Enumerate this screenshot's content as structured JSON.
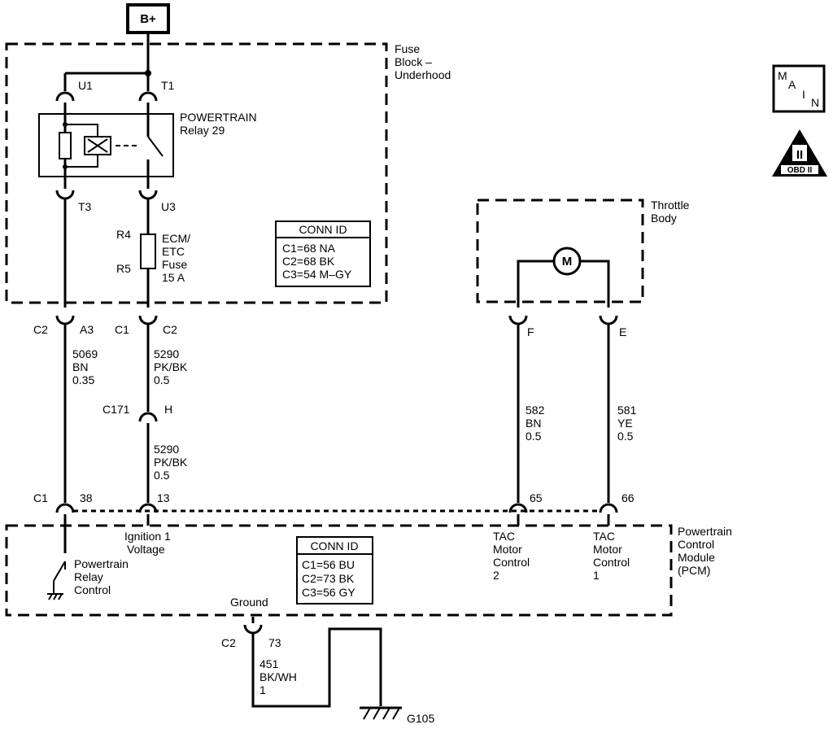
{
  "battery": "B+",
  "fuse_block": {
    "line1": "Fuse",
    "line2": "Block –",
    "line3": "Underhood"
  },
  "relay": {
    "line1": "POWERTRAIN",
    "line2": "Relay 29",
    "pins": {
      "u1": "U1",
      "t1": "T1",
      "t3": "T3",
      "u3": "U3"
    }
  },
  "fuse": {
    "r4": "R4",
    "r5": "R5",
    "line1": "ECM/",
    "line2": "ETC",
    "line3": "Fuse",
    "line4": "15 A"
  },
  "conn_id_top": {
    "title": "CONN ID",
    "rows": [
      "C1=68 NA",
      "C2=68 BK",
      "C3=54 M–GY"
    ]
  },
  "conn_id_pcm": {
    "title": "CONN ID",
    "rows": [
      "C1=56 BU",
      "C2=73 BK",
      "C3=56 GY"
    ]
  },
  "throttle_body": {
    "line1": "Throttle",
    "line2": "Body",
    "motor": "M",
    "pin_f": "F",
    "pin_e": "E"
  },
  "wires": {
    "left": {
      "conn": "C2",
      "pin": "A3",
      "circuit": "5069",
      "color": "BN",
      "gauge": "0.35"
    },
    "mid_top": {
      "conn": "C1",
      "pin": "C2",
      "circuit": "5290",
      "color": "PK/BK",
      "gauge": "0.5"
    },
    "c171": {
      "conn": "C171",
      "pin": "H"
    },
    "mid_bottom": {
      "circuit": "5290",
      "color": "PK/BK",
      "gauge": "0.5"
    },
    "tac2": {
      "circuit": "582",
      "color": "BN",
      "gauge": "0.5"
    },
    "tac1": {
      "circuit": "581",
      "color": "YE",
      "gauge": "0.5"
    },
    "ground": {
      "conn": "C2",
      "pin": "73",
      "circuit": "451",
      "color": "BK/WH",
      "gauge": "1"
    }
  },
  "pcm_pins": {
    "c1": "C1",
    "p38": "38",
    "p13": "13",
    "p65": "65",
    "p66": "66"
  },
  "pcm": {
    "line1": "Powertrain",
    "line2": "Control",
    "line3": "Module",
    "line4": "(PCM)",
    "ign_line1": "Ignition 1",
    "ign_line2": "Voltage",
    "relay_ctrl_line1": "Powertrain",
    "relay_ctrl_line2": "Relay",
    "relay_ctrl_line3": "Control",
    "tac2_line1": "TAC",
    "tac2_line2": "Motor",
    "tac2_line3": "Control",
    "tac2_line4": "2",
    "tac1_line1": "TAC",
    "tac1_line2": "Motor",
    "tac1_line3": "Control",
    "tac1_line4": "1",
    "ground_label": "Ground"
  },
  "ground_ref": "G105",
  "main_icon": {
    "m": "M",
    "a": "A",
    "i": "I",
    "n": "N"
  },
  "obd_icon": {
    "roman": "II",
    "label": "OBD II"
  }
}
